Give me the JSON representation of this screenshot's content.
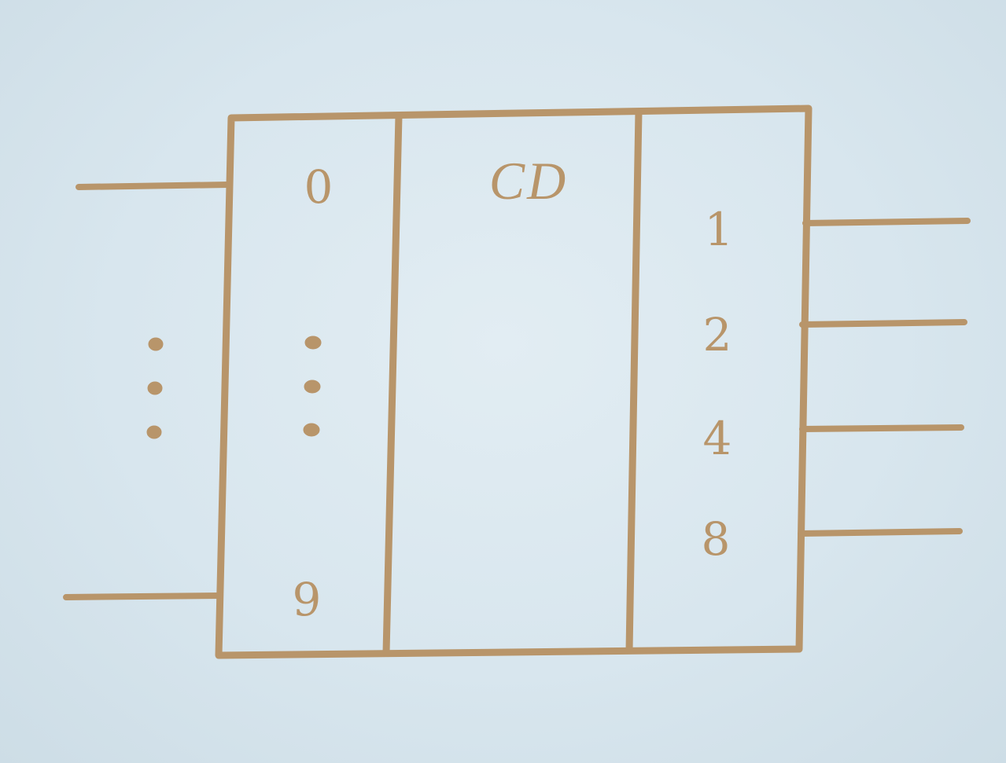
{
  "colors": {
    "ink": "#b8956a",
    "background": "#d8e6ee"
  },
  "diagram": {
    "function_label": "CD",
    "inputs": {
      "labels": [
        "0",
        "9"
      ],
      "ellipsis": "⋮"
    },
    "outputs": {
      "labels": [
        "1",
        "2",
        "4",
        "8"
      ]
    }
  }
}
